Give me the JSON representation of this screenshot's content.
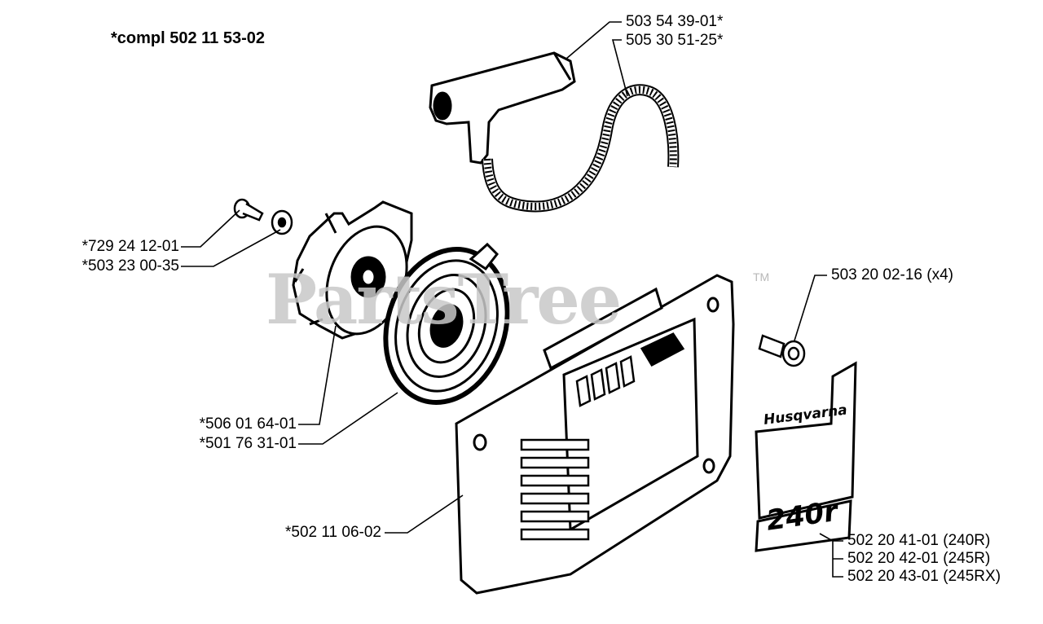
{
  "title": "*compl 502 11 53-02",
  "watermark": {
    "text": "PartsTree",
    "tm": "TM"
  },
  "decal": {
    "brand": "Husqvarna",
    "model": "240r"
  },
  "callouts": {
    "handle": "503 54 39-01*",
    "rope": "505 30 51-25*",
    "screw": "*729 24 12-01",
    "washer": "*503 23 00-35",
    "pulley": "*506 01 64-01",
    "spring": "*501 76 31-01",
    "housing": "*502 11 06-02",
    "bolt": "503 20 02-16 (x4)",
    "decal_240r": "502 20 41-01 (240R)",
    "decal_245r": "502 20 42-01 (245R)",
    "decal_245rx": "502 20 43-01 (245RX)"
  }
}
